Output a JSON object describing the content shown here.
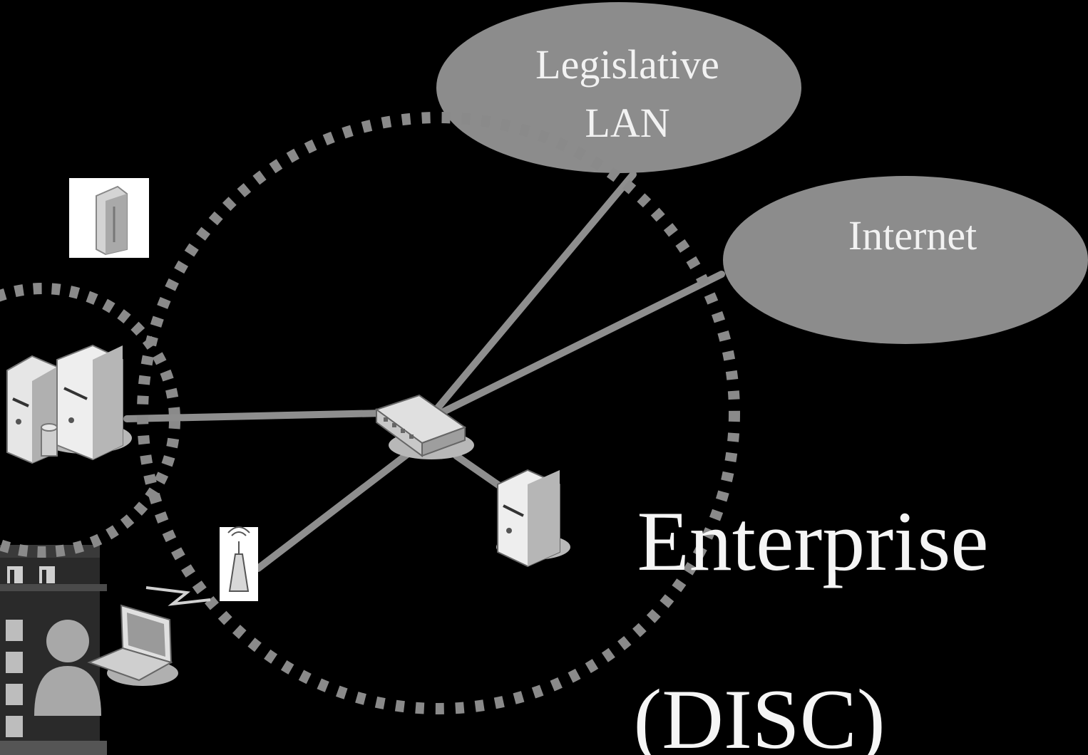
{
  "diagram": {
    "nodes": {
      "legislative_lan": {
        "line1": "Legislative",
        "line2": "LAN"
      },
      "internet": {
        "label": "Internet"
      }
    },
    "title": {
      "line1": "Enterprise",
      "line2": "(DISC)"
    },
    "colors": {
      "background": "#000000",
      "cloud_fill": "#8c8c8c",
      "link": "#8e8e8e",
      "ring": "#8a8a8a",
      "device_light": "#e6e6e6",
      "device_shade": "#a8a8a8"
    },
    "icons": [
      "switch-icon",
      "server-icon",
      "server-cluster-icon",
      "database-icon",
      "wireless-access-point-icon",
      "firewall-appliance-icon",
      "laptop-icon",
      "user-icon",
      "building-icon",
      "wireless-signal-icon"
    ]
  }
}
